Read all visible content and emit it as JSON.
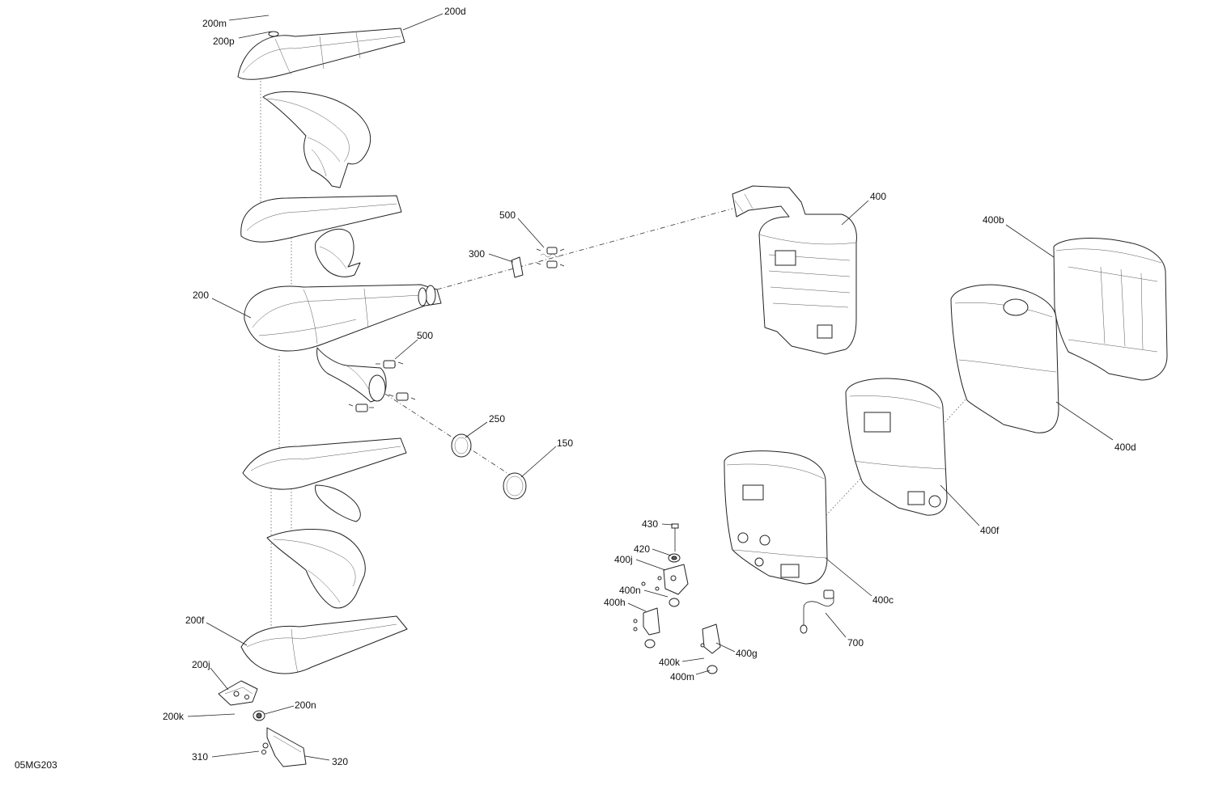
{
  "drawing_code": "05MG203",
  "callouts": [
    {
      "id": "c-200m",
      "label": "200m"
    },
    {
      "id": "c-200p",
      "label": "200p"
    },
    {
      "id": "c-200d",
      "label": "200d"
    },
    {
      "id": "c-500a",
      "label": "500"
    },
    {
      "id": "c-300",
      "label": "300"
    },
    {
      "id": "c-400",
      "label": "400"
    },
    {
      "id": "c-400b",
      "label": "400b"
    },
    {
      "id": "c-200",
      "label": "200"
    },
    {
      "id": "c-500b",
      "label": "500"
    },
    {
      "id": "c-250",
      "label": "250"
    },
    {
      "id": "c-150",
      "label": "150"
    },
    {
      "id": "c-400d",
      "label": "400d"
    },
    {
      "id": "c-400f",
      "label": "400f"
    },
    {
      "id": "c-430",
      "label": "430"
    },
    {
      "id": "c-420",
      "label": "420"
    },
    {
      "id": "c-400j",
      "label": "400j"
    },
    {
      "id": "c-400n",
      "label": "400n"
    },
    {
      "id": "c-400h",
      "label": "400h"
    },
    {
      "id": "c-400c",
      "label": "400c"
    },
    {
      "id": "c-200f",
      "label": "200f"
    },
    {
      "id": "c-700",
      "label": "700"
    },
    {
      "id": "c-400g",
      "label": "400g"
    },
    {
      "id": "c-200j",
      "label": "200j"
    },
    {
      "id": "c-400k",
      "label": "400k"
    },
    {
      "id": "c-400m",
      "label": "400m"
    },
    {
      "id": "c-200n",
      "label": "200n"
    },
    {
      "id": "c-200k",
      "label": "200k"
    },
    {
      "id": "c-310",
      "label": "310"
    },
    {
      "id": "c-320",
      "label": "320"
    }
  ]
}
